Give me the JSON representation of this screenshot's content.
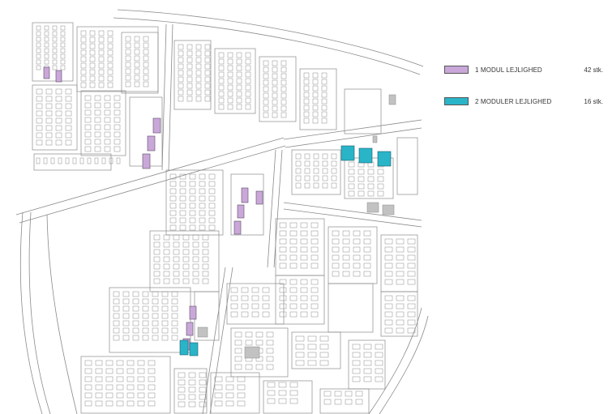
{
  "colors": {
    "one_module": "#c9a8d9",
    "two_modules": "#2ab4c8",
    "outline": "#8a8a8a",
    "grey_block": "#c2c2c2",
    "background": "#ffffff"
  },
  "legend": {
    "one_module": {
      "label": "1 MODUL LEJLIGHED",
      "count": "42 stk."
    },
    "two_modules": {
      "label": "2 MODULER LEJLIGHED",
      "count": "16 stk."
    }
  }
}
